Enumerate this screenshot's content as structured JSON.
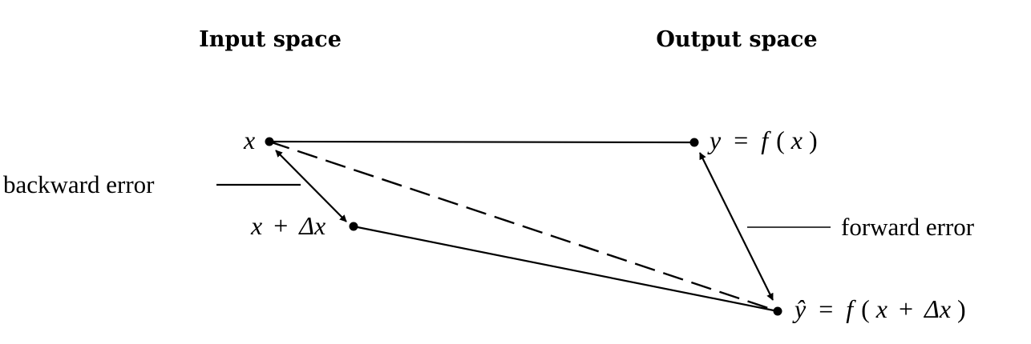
{
  "headings": {
    "input": "Input space",
    "output": "Output space"
  },
  "points": {
    "x": {
      "var": "x"
    },
    "x_perturbed": {
      "var": "x",
      "plus": "+",
      "delta": "Δx"
    },
    "y": {
      "var": "y",
      "eq": "=",
      "f": "f",
      "open": "(",
      "arg": "x",
      "close": ")"
    },
    "y_hat": {
      "var": "ŷ",
      "eq": "=",
      "f": "f",
      "open": "(",
      "arg": "x",
      "plus": "+",
      "delta": "Δx",
      "close": ")"
    }
  },
  "labels": {
    "backward_error": "backward error",
    "forward_error": "forward error"
  },
  "colors": {
    "ink": "#000000",
    "background": "#ffffff"
  }
}
